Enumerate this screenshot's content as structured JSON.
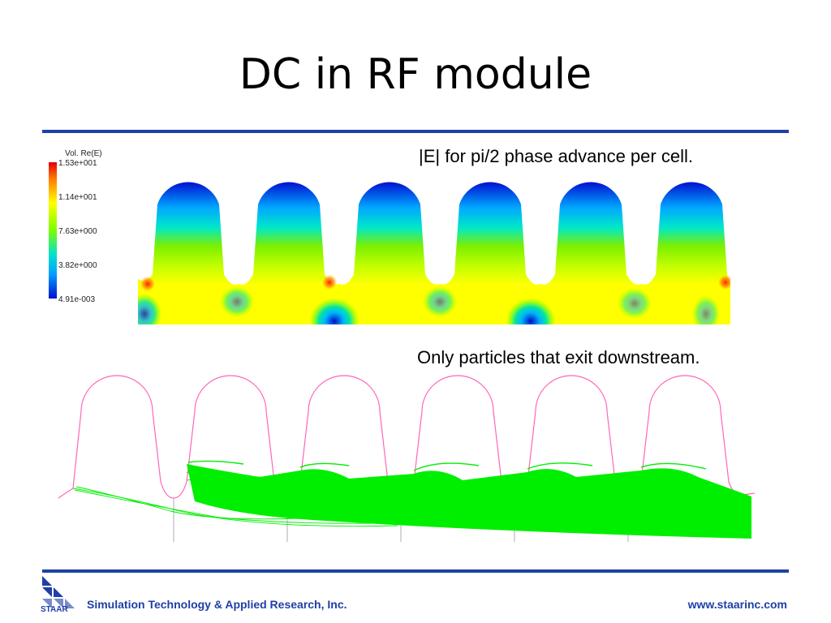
{
  "slide": {
    "title": "DC in RF module",
    "caption_top": "|E| for pi/2 phase advance per cell.",
    "caption_bottom": "Only particles that exit downstream."
  },
  "legend": {
    "title": "Vol. Re(E)",
    "ticks": [
      "1.53e+001",
      "1.14e+001",
      "7.63e+000",
      "3.82e+000",
      "4.91e-003"
    ]
  },
  "footer": {
    "logo_text": "STAAR",
    "company": "Simulation Technology & Applied Research, Inc.",
    "website": "www.staarinc.com"
  },
  "colors": {
    "rule": "#1f3fa6",
    "trajectory": "#00ee00",
    "cavity_outline": "#ff66b8"
  }
}
